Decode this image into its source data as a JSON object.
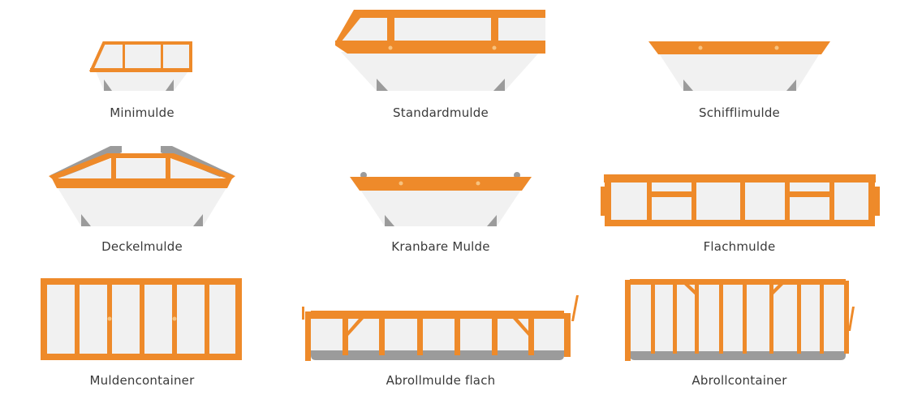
{
  "colors": {
    "accent": "#ee8a2a",
    "body": "#f1f1f1",
    "shadow": "#9b9b9b",
    "text": "#3a3a3a"
  },
  "items": [
    {
      "label": "Minimulde"
    },
    {
      "label": "Standardmulde"
    },
    {
      "label": "Schifflimulde"
    },
    {
      "label": "Deckelmulde"
    },
    {
      "label": "Kranbare Mulde"
    },
    {
      "label": "Flachmulde"
    },
    {
      "label": "Muldencontainer"
    },
    {
      "label": "Abrollmulde flach"
    },
    {
      "label": "Abrollcontainer"
    }
  ]
}
